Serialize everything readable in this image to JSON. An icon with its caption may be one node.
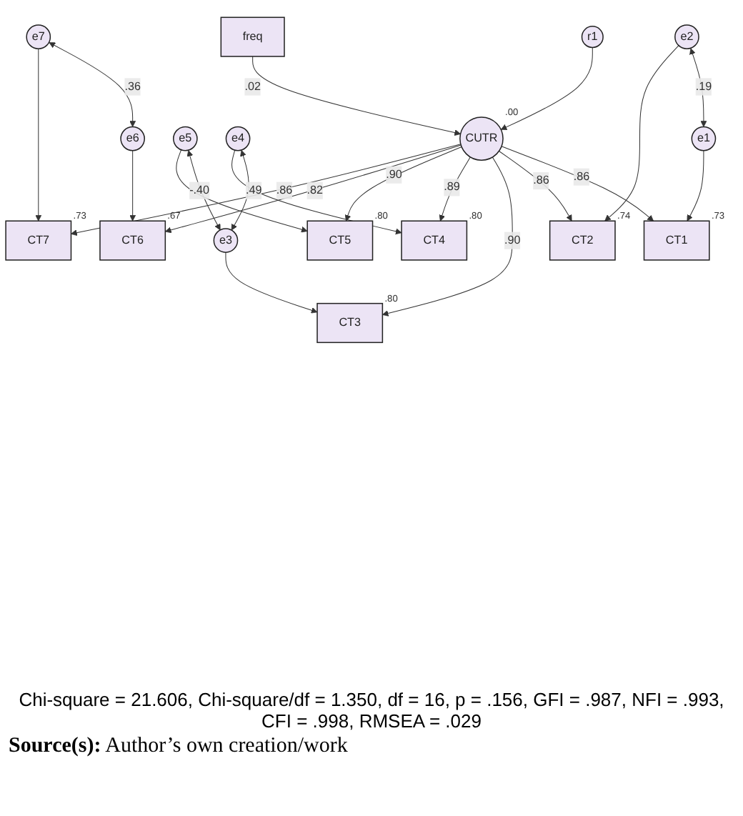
{
  "diagram": {
    "nodes": [
      {
        "text": [
          "freq"
        ]
      },
      {
        "text": [
          "r1"
        ]
      },
      {
        "text": [
          "CUTR"
        ],
        "beside": [
          ".00"
        ]
      },
      {
        "text": [
          "CT7"
        ],
        "beside": [
          ".73"
        ]
      },
      {
        "text": [
          "CT6"
        ],
        "beside": [
          ".67"
        ]
      },
      {
        "text": [
          "CT5"
        ],
        "beside": [
          ".80"
        ]
      },
      {
        "text": [
          "CT4"
        ],
        "beside": [
          ".80"
        ]
      },
      {
        "text": [
          "CT3"
        ],
        "beside": [
          ".80"
        ]
      },
      {
        "text": [
          "CT2"
        ],
        "beside": [
          ".74"
        ]
      },
      {
        "text": [
          "CT1"
        ],
        "beside": [
          ".73"
        ]
      },
      {
        "text": [
          "e7"
        ]
      },
      {
        "text": [
          "e6"
        ]
      },
      {
        "text": [
          "e5"
        ]
      },
      {
        "text": [
          "e4"
        ]
      },
      {
        "text": [
          "e3"
        ]
      },
      {
        "text": [
          "e2"
        ]
      },
      {
        "text": [
          "e1"
        ]
      }
    ],
    "edges": [
      {
        "from": 0,
        "to": 2,
        "arrow": "to",
        "label": ".02"
      },
      {
        "from": 1,
        "to": 2,
        "arrow": "to"
      },
      {
        "from": 2,
        "to": 3,
        "arrow": "to",
        "label": ".86"
      },
      {
        "from": 2,
        "to": 4,
        "arrow": "to",
        "label": ".82"
      },
      {
        "from": 2,
        "to": 5,
        "arrow": "to",
        "label": ".90"
      },
      {
        "from": 2,
        "to": 6,
        "arrow": "to",
        "label": ".89"
      },
      {
        "from": 2,
        "to": 7,
        "arrow": "to",
        "label": ".90"
      },
      {
        "from": 2,
        "to": 8,
        "arrow": "to",
        "label": ".86"
      },
      {
        "from": 2,
        "to": 9,
        "arrow": "to",
        "label": ".86"
      },
      {
        "from": 10,
        "to": 3,
        "arrow": "to"
      },
      {
        "from": 11,
        "to": 4,
        "arrow": "to"
      },
      {
        "from": 12,
        "to": 5,
        "arrow": "to"
      },
      {
        "from": 13,
        "to": 6,
        "arrow": "to"
      },
      {
        "from": 14,
        "to": 7,
        "arrow": "to"
      },
      {
        "from": 15,
        "to": 8,
        "arrow": "to"
      },
      {
        "from": 16,
        "to": 9,
        "arrow": "to"
      },
      {
        "from": 10,
        "to": 11,
        "arrow": "both",
        "label": ".36"
      },
      {
        "from": 12,
        "to": 14,
        "arrow": "both",
        "label": "-.40"
      },
      {
        "from": 13,
        "to": 14,
        "arrow": "both",
        "label": ".49"
      },
      {
        "from": 15,
        "to": 16,
        "arrow": "both",
        "label": ".19"
      }
    ],
    "labels": [
      "Chi-square = 21.606, Chi-square/df = 1.350, df = 16, p = .156, GFI = .987, NFI = .993, CFI = .998, RMSEA = .029",
      "**Source(s):** Author’s own creation/work"
    ]
  }
}
